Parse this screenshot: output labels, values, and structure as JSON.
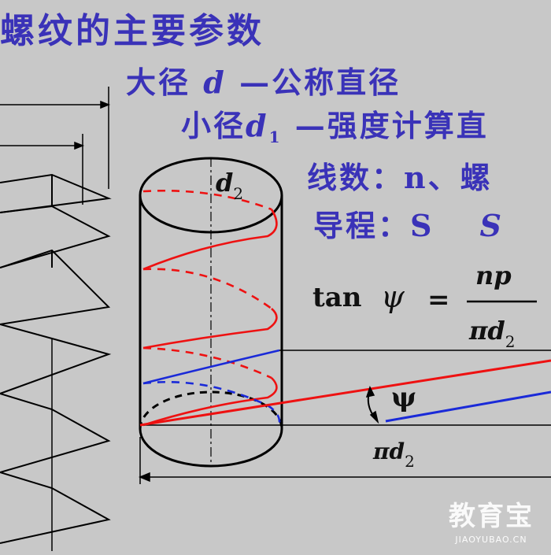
{
  "title": "螺纹的主要参数",
  "lines": {
    "major": {
      "label": "大径",
      "symbol": "d",
      "desc": "—公称直径"
    },
    "minor": {
      "label": "小径",
      "symbol": "d",
      "sub": "1",
      "desc": "—强度计算直"
    },
    "count": {
      "text": "线数：n、螺"
    },
    "lead": {
      "text": "导程：",
      "symbol": "S",
      "symbol2": "S"
    }
  },
  "formula": {
    "lhs": "tan",
    "psi": "ψ",
    "eq": "=",
    "numerator": "np",
    "denominator": "πd",
    "den_sub": "2"
  },
  "labels": {
    "cyl_d": "d",
    "cyl_sub": "2",
    "angle": "ψ",
    "base": "πd",
    "base_sub": "2"
  },
  "watermark": {
    "logo_text": "教育宝",
    "url": "JIAOYUBAO.CN"
  },
  "colors": {
    "title": "#3a32b8",
    "helix_red": "#ee1111",
    "helix_blue": "#1a2ad8",
    "outline": "#000000",
    "background": "#c8c8c8"
  }
}
